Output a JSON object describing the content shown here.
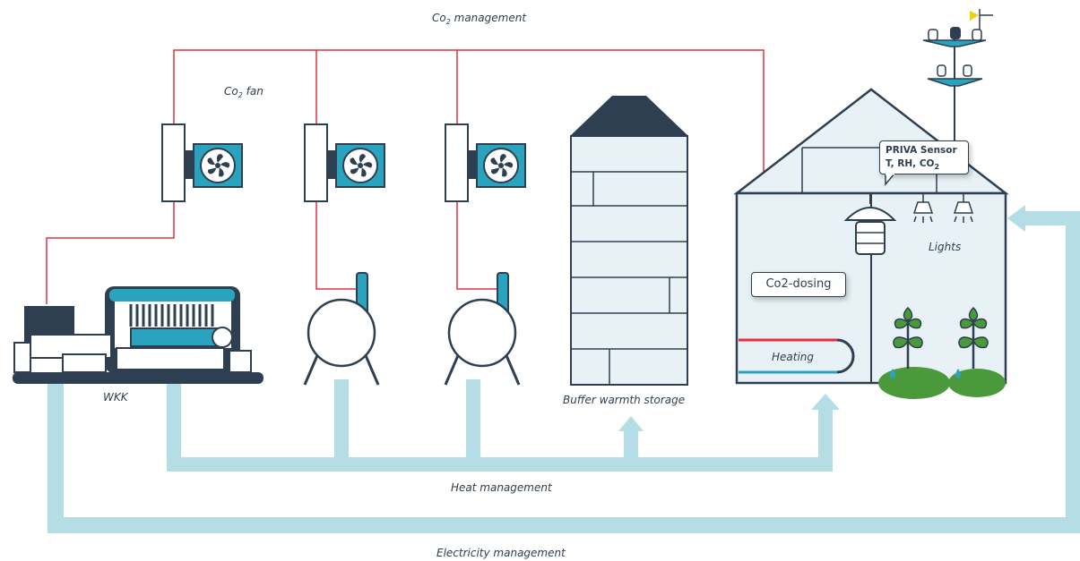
{
  "labels": {
    "co2_management_prefix": "Co",
    "co2_management_sub": "2",
    "co2_management_suffix": " management",
    "co2_fan_prefix": "Co",
    "co2_fan_sub": "2",
    "co2_fan_suffix": " fan",
    "wkk": "WKK",
    "buffer": "Buffer warmth storage",
    "heat_management": "Heat management",
    "electricity_management": "Electricity management",
    "heating": "Heating",
    "lights": "Lights",
    "co2_dosing": "Co2-dosing",
    "sensor_line1": "PRIVA Sensor",
    "sensor_line2_prefix": "T, RH, CO",
    "sensor_line2_sub": "2"
  },
  "colors": {
    "dark": "#2d3f50",
    "teal": "#2aa3bf",
    "pipe_light": "#b4dde6",
    "co2_line": "#e0303f",
    "glass": "#e8f2f6",
    "plant_green": "#4a9a3c",
    "vane_yellow": "#f2d200"
  },
  "icons": [
    "fan-icon",
    "lamp-icon",
    "plant-icon",
    "weather-vane-icon"
  ]
}
